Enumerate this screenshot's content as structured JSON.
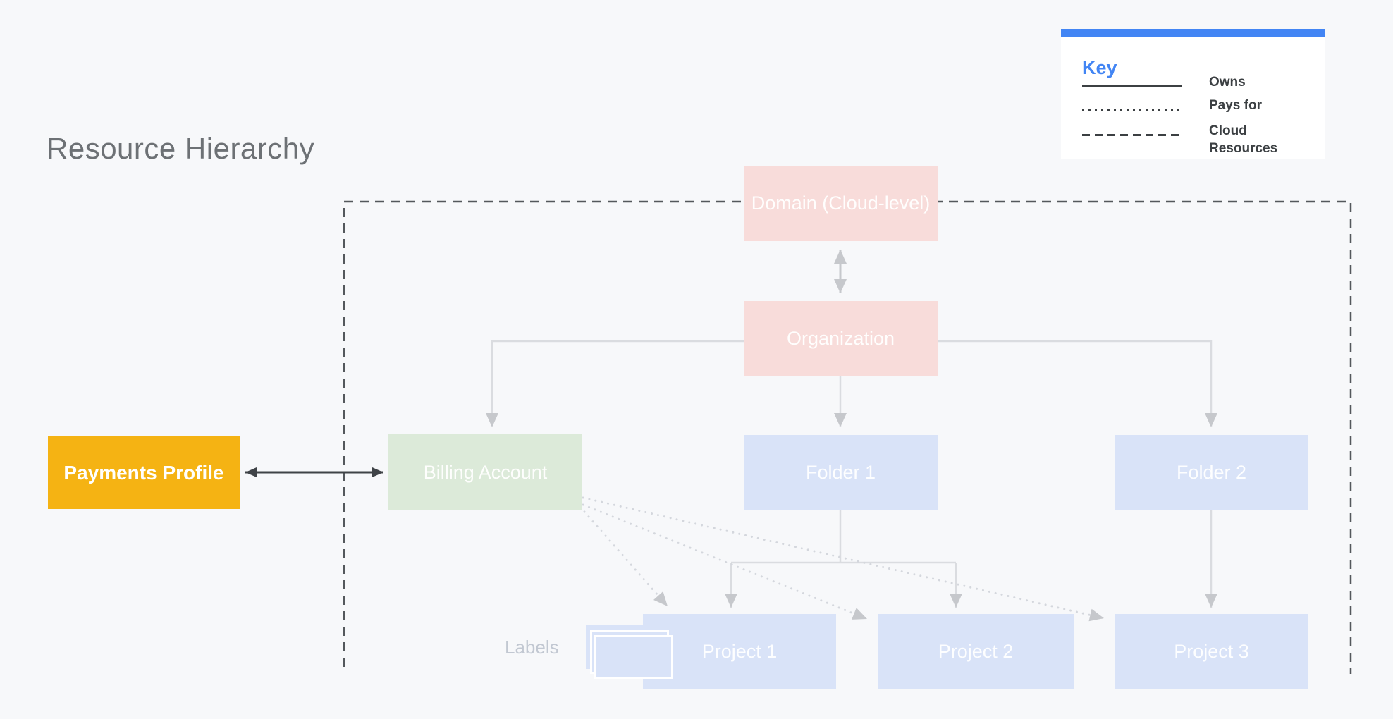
{
  "title": "Resource Hierarchy",
  "legend": {
    "title": "Key",
    "items": [
      {
        "style": "solid",
        "label": "Owns"
      },
      {
        "style": "dotted",
        "label": "Pays for"
      },
      {
        "style": "dashed",
        "label": "Cloud Resources"
      }
    ]
  },
  "nodes": {
    "domain": {
      "label": "Domain (Cloud-level)"
    },
    "organization": {
      "label": "Organization"
    },
    "billing_account": {
      "label": "Billing Account"
    },
    "folder_1": {
      "label": "Folder 1"
    },
    "folder_2": {
      "label": "Folder 2"
    },
    "project_1": {
      "label": "Project 1"
    },
    "project_2": {
      "label": "Project 2"
    },
    "project_3": {
      "label": "Project 3"
    },
    "payments_profile": {
      "label": "Payments Profile"
    }
  },
  "annotations": {
    "labels_caption": "Labels"
  },
  "colors": {
    "background": "#F7F8FA",
    "legend_accent": "#4285F4",
    "legend_text": "#3C4043",
    "title_text": "#6D7175",
    "domain_org_fill": "#F8DCDA",
    "billing_fill": "#DCEAD9",
    "folder_project_fill": "#D9E3F8",
    "payments_fill": "#F5B313",
    "boundary_dash": "#54585C",
    "connector_gray": "#C6C8CC",
    "pays_for_dots": "#D4D7DD",
    "owns_dark_arrow": "#3F4347"
  }
}
